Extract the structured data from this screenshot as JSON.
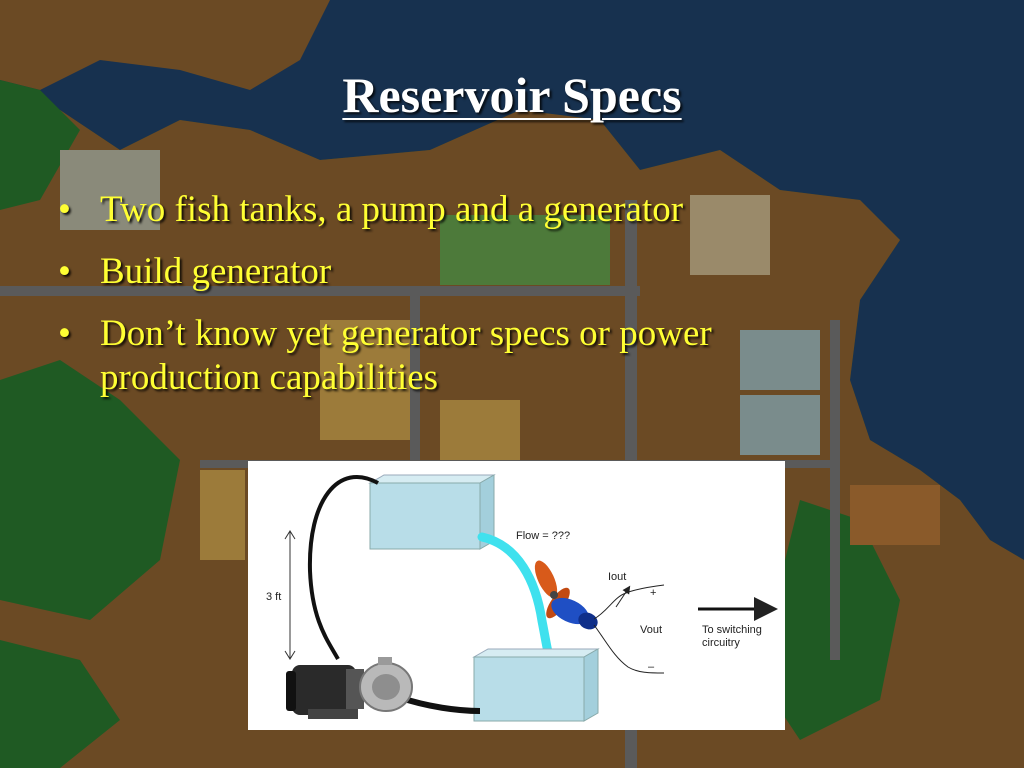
{
  "slide": {
    "title": "Reservoir Specs",
    "bullets": [
      "Two fish tanks, a pump and a generator",
      "Build generator",
      "Don’t know yet generator specs or power production capabilities"
    ],
    "bullet_glyph": "•"
  },
  "diagram": {
    "flow_label": "Flow = ???",
    "height_label": "3 ft",
    "current_label": "Iout",
    "plus_label": "+",
    "voltage_label": "Vout",
    "minus_label": "–",
    "arrow_label_line1": "To switching",
    "arrow_label_line2": "circuitry"
  },
  "colors": {
    "title": "#ffffff",
    "bullet_text": "#ffff33",
    "water": "#b8dde8",
    "stream": "#3fe1ee",
    "generator_blue": "#1f4fc4",
    "propeller_orange": "#d85a1a"
  }
}
